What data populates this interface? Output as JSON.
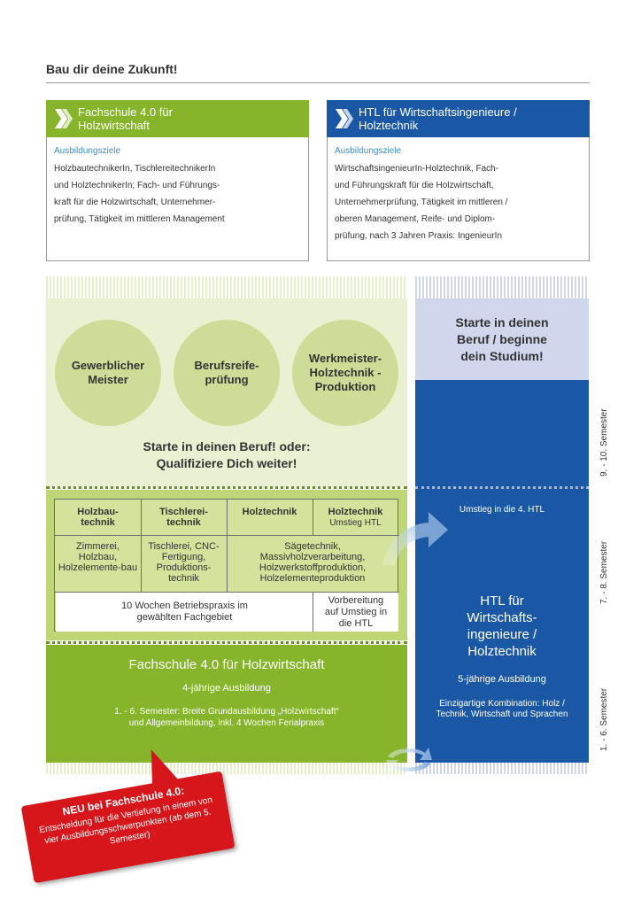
{
  "page": {
    "title": "Bau dir deine Zukunft!"
  },
  "left_program": {
    "name": "Fachschule 4.0 für Holzwirtschaft",
    "heading": "Ausbildungsziele",
    "lines": [
      "HolzbautechnikerIn, TischlereitechnikerIn",
      "und HolztechnikerIn; Fach- und Führungs-",
      "kraft für die Holzwirtschaft, Unternehmer-",
      "prüfung, Tätigkeit im mittleren Management"
    ],
    "color": "#86b52b"
  },
  "right_program": {
    "name": "HTL für Wirtschaftsingenieure / Holztechnik",
    "heading": "Ausbildungsziele",
    "lines": [
      "WirtschaftsingenieurIn-Holztechnik, Fach-",
      "und Führungskraft für die Holzwirtschaft,",
      "Unternehmerprüfung, Tätigkeit im mittleren /",
      "oberen Management, Reife- und Diplom-",
      "prüfung, nach 3 Jahren Praxis: IngenieurIn"
    ],
    "color": "#1a58a6"
  },
  "circles": [
    "Gewerblicher Meister",
    "Berufsreife-prüfung",
    "Werkmeister-Holztechnik - Produktion"
  ],
  "left_starte": "Starte in deinen Beruf! oder: Qualifiziere Dich weiter!",
  "right_starte": "Starte in deinen Beruf / beginne dein Studium!",
  "grid": {
    "headers": [
      "Holzbau-technik",
      "Tischlerei-technik",
      "Holztechnik",
      "Holztechnik"
    ],
    "header_sub": "Umstieg HTL",
    "contents": [
      "Zimmerei, Holzbau, Holzelemente-bau",
      "Tischlerei, CNC-Fertigung, Produktions-technik",
      "Sägetechnik, Massivholzverarbeitung, Holzwerkstoffproduktion, Holzelementeproduktion"
    ],
    "praxis": "10 Wochen Betriebspraxis im gewählten Fachgebiet",
    "vorbereitung": "Vorbereitung auf Umstieg in die HTL"
  },
  "fachschule": {
    "title": "Fachschule 4.0 für Holzwirtschaft",
    "duration": "4-jährige Ausbildung",
    "desc_1": "1. - 6. Semester: Breite Grundausbildung „Holzwirtschaft“",
    "desc_2": "und Allgemeinbildung, inkl. 4 Wochen Ferialpraxis"
  },
  "htl": {
    "umstieg": "Umstieg in die 4. HTL",
    "title": "HTL für Wirtschafts-ingenieure / Holztechnik",
    "duration": "5-jährige Ausbildung",
    "combination": "Einzigartige Kombination: Holz / Technik, Wirtschaft und Sprachen"
  },
  "semesters": [
    "9. - 10. Semester",
    "7. - 8. Semester",
    "1. - 6. Semester"
  ],
  "bubble": {
    "title": "NEU bei Fachschule 4.0:",
    "text": "Entscheidung für die Vertiefung in einem von vier Ausbildungsschwerpunkten (ab dem 5. Semester)",
    "color": "#d7161c"
  }
}
